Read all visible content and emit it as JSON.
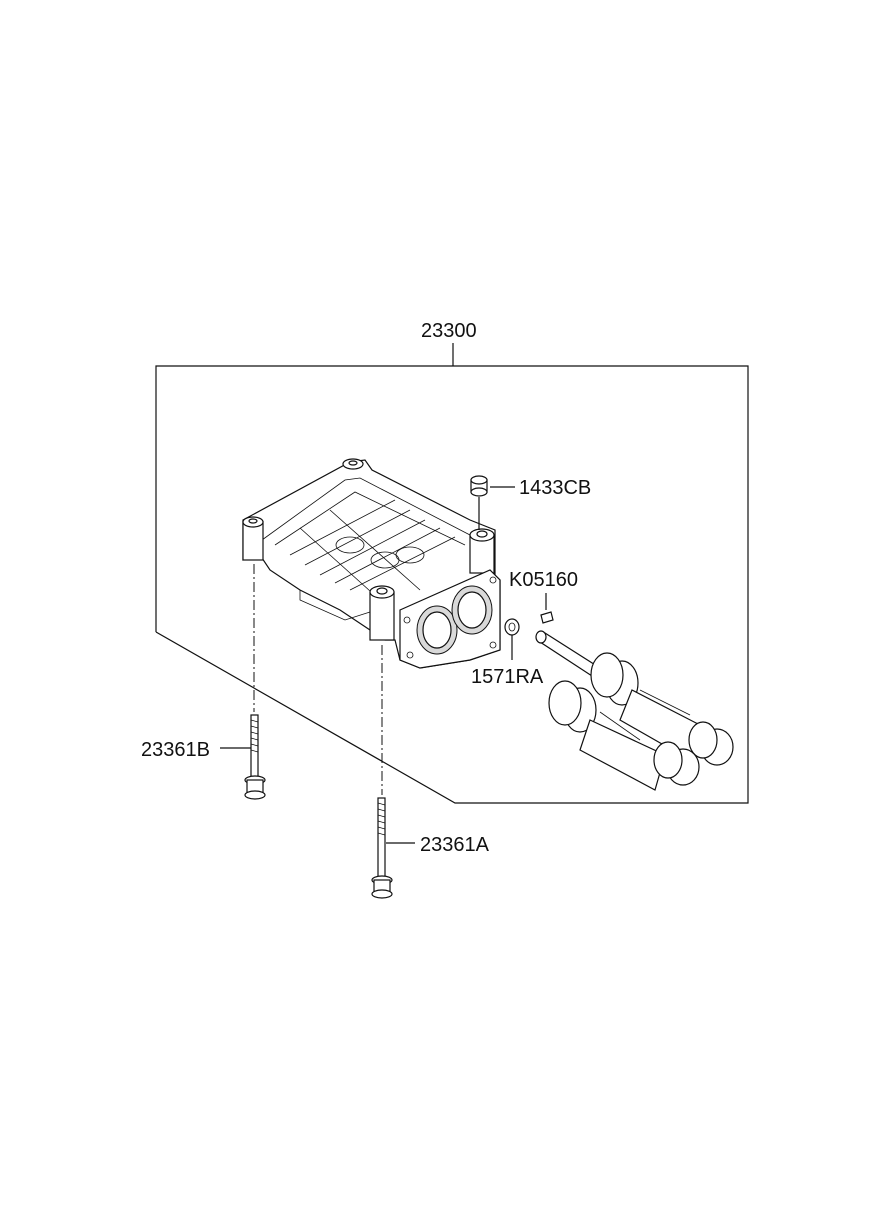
{
  "diagram": {
    "callouts": {
      "assembly": "23300",
      "plug": "1433CB",
      "key": "K05160",
      "sleeve": "1571RA",
      "bolt_b": "23361B",
      "bolt_a": "23361A"
    }
  }
}
